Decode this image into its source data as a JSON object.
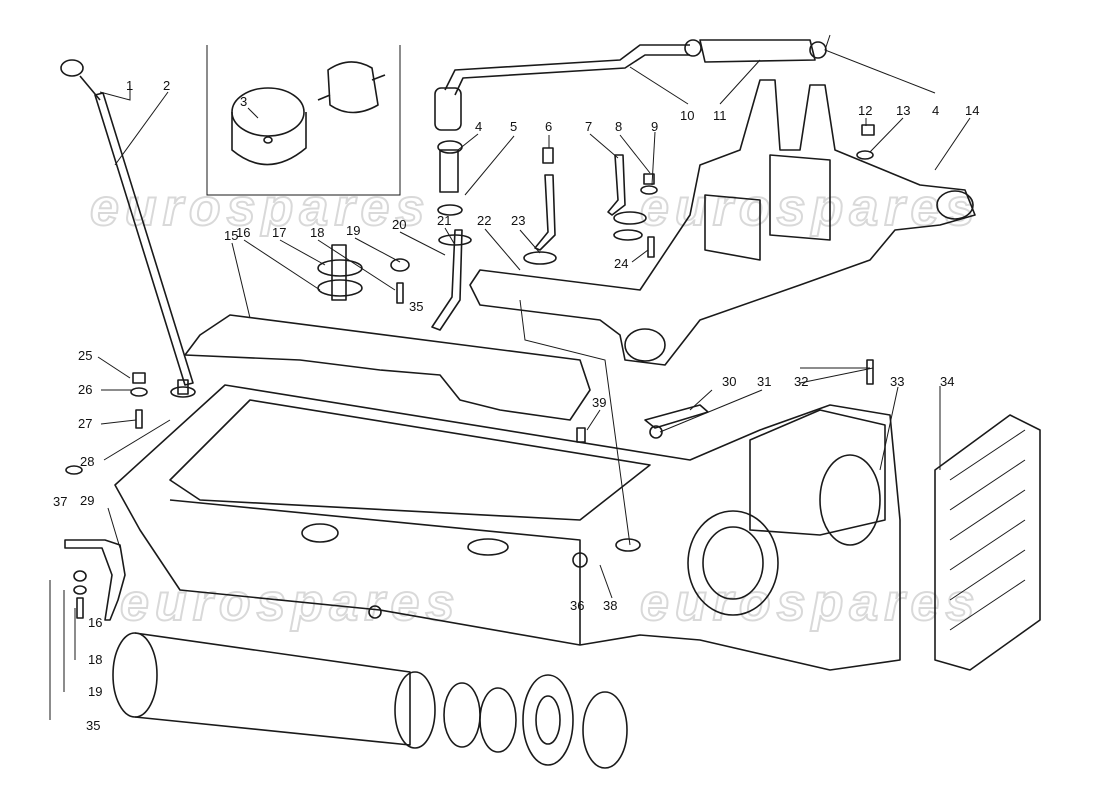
{
  "watermark": {
    "text": "eurospares",
    "text_color": "#d9d9d9"
  },
  "diagram": {
    "line_color": "#1a1a1a",
    "background": "#ffffff",
    "callouts": [
      {
        "id": "c1",
        "label": "1"
      },
      {
        "id": "c2",
        "label": "2"
      },
      {
        "id": "c3",
        "label": "3"
      },
      {
        "id": "c4a",
        "label": "4"
      },
      {
        "id": "c4b",
        "label": "4"
      },
      {
        "id": "c5",
        "label": "5"
      },
      {
        "id": "c6",
        "label": "6"
      },
      {
        "id": "c7",
        "label": "7"
      },
      {
        "id": "c8",
        "label": "8"
      },
      {
        "id": "c9",
        "label": "9"
      },
      {
        "id": "c10",
        "label": "10"
      },
      {
        "id": "c11",
        "label": "11"
      },
      {
        "id": "c12",
        "label": "12"
      },
      {
        "id": "c13",
        "label": "13"
      },
      {
        "id": "c14",
        "label": "14"
      },
      {
        "id": "c15",
        "label": "15"
      },
      {
        "id": "c16a",
        "label": "16"
      },
      {
        "id": "c16b",
        "label": "16"
      },
      {
        "id": "c17",
        "label": "17"
      },
      {
        "id": "c18a",
        "label": "18"
      },
      {
        "id": "c18b",
        "label": "18"
      },
      {
        "id": "c19a",
        "label": "19"
      },
      {
        "id": "c19b",
        "label": "19"
      },
      {
        "id": "c20",
        "label": "20"
      },
      {
        "id": "c21",
        "label": "21"
      },
      {
        "id": "c22",
        "label": "22"
      },
      {
        "id": "c23",
        "label": "23"
      },
      {
        "id": "c24",
        "label": "24"
      },
      {
        "id": "c25",
        "label": "25"
      },
      {
        "id": "c26",
        "label": "26"
      },
      {
        "id": "c27",
        "label": "27"
      },
      {
        "id": "c28",
        "label": "28"
      },
      {
        "id": "c29",
        "label": "29"
      },
      {
        "id": "c30",
        "label": "30"
      },
      {
        "id": "c31",
        "label": "31"
      },
      {
        "id": "c32",
        "label": "32"
      },
      {
        "id": "c33",
        "label": "33"
      },
      {
        "id": "c34",
        "label": "34"
      },
      {
        "id": "c35a",
        "label": "35"
      },
      {
        "id": "c35b",
        "label": "35"
      },
      {
        "id": "c36",
        "label": "36"
      },
      {
        "id": "c37",
        "label": "37"
      },
      {
        "id": "c38",
        "label": "38"
      },
      {
        "id": "c39",
        "label": "39"
      }
    ]
  }
}
